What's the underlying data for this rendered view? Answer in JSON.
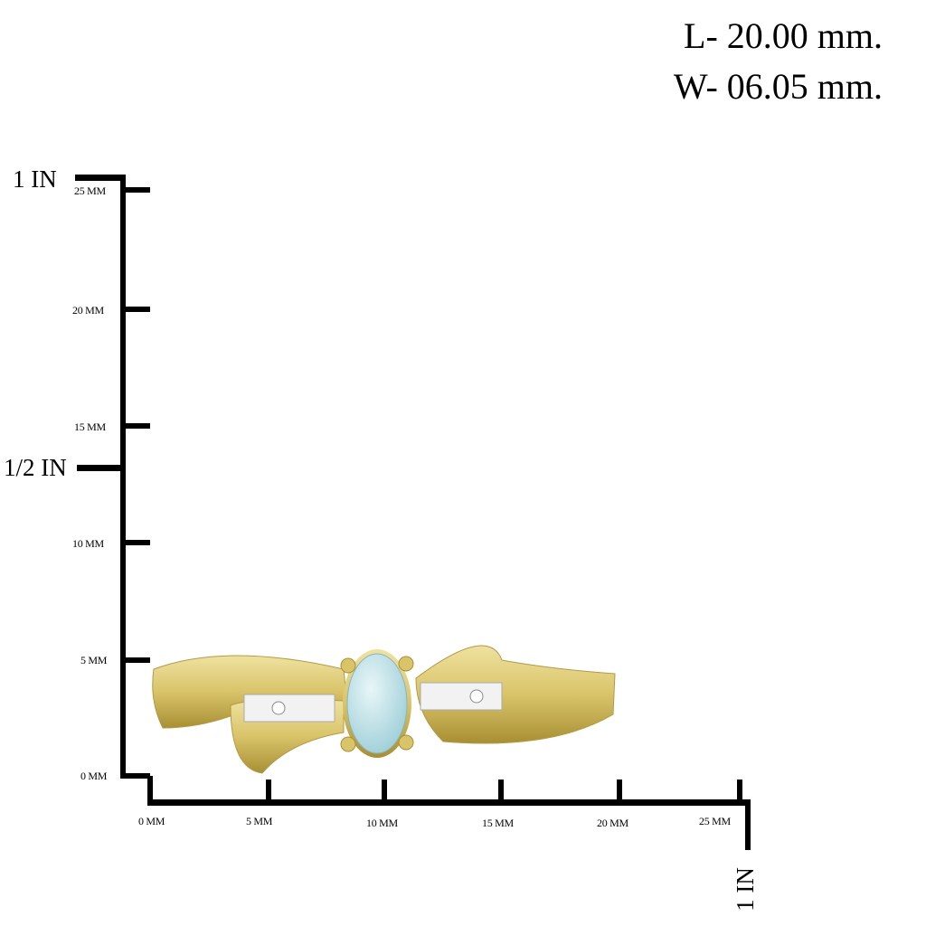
{
  "dimensions": {
    "length": "L- 20.00 mm.",
    "width": "W- 06.05 mm."
  },
  "vertical_scale": {
    "inch_top": "1 IN",
    "inch_half": "1/2 IN",
    "ticks": [
      "25 MM",
      "20 MM",
      "15 MM",
      "10 MM",
      "5 MM",
      "0 MM"
    ]
  },
  "horizontal_scale": {
    "ticks": [
      "0 MM",
      "5 MM",
      "10 MM",
      "15 MM",
      "20 MM",
      "25 MM"
    ],
    "inch_end": "1 IN"
  },
  "colors": {
    "gold": "#d9c46a",
    "gold_dark": "#a88f34",
    "gem": "#bfe0e6"
  }
}
